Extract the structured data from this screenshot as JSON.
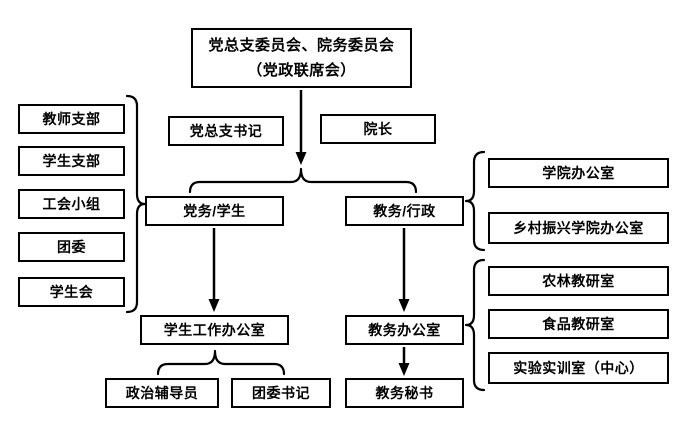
{
  "diagram": {
    "root": {
      "line1": "党总支委员会、院务委员会",
      "line2": "（党政联席会）"
    },
    "leaders": {
      "party_secretary": "党总支书记",
      "dean": "院长"
    },
    "branches": {
      "party_student": "党务/学生",
      "academic_admin": "教务/行政"
    },
    "left_units": [
      "教师支部",
      "学生支部",
      "工会小组",
      "团委",
      "学生会"
    ],
    "student_affairs_office": "学生工作办公室",
    "academic_office": "教务办公室",
    "academic_secretary": "教务秘书",
    "political_counselor": "政治辅导员",
    "league_secretary": "团委书记",
    "right_offices": [
      "学院办公室",
      "乡村振兴学院办公室"
    ],
    "teaching_rooms": [
      "农林教研室",
      "食品教研室",
      "实验实训室（中心）"
    ]
  },
  "colors": {
    "line": "#000000",
    "box_background": "#ffffff",
    "text": "#000000"
  }
}
